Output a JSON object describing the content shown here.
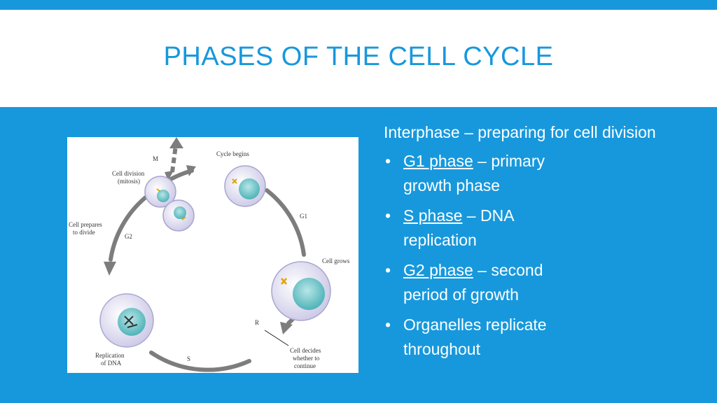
{
  "slide": {
    "title": "PHASES OF THE CELL CYCLE",
    "intro": "Interphase – preparing for cell division",
    "bullets": [
      {
        "term": "G1 phase",
        "rest": "– primary growth phase"
      },
      {
        "term": "S phase",
        "rest": "– DNA replication"
      },
      {
        "term": "G2 phase",
        "rest": "– second period of growth"
      },
      {
        "term": "",
        "rest": "Organelles replicate throughout"
      }
    ]
  },
  "figure": {
    "labels": {
      "m": "M",
      "cycle_begins": "Cycle begins",
      "cell_division_1": "Cell division",
      "cell_division_2": "(mitosis)",
      "g1": "G1",
      "cell_prepares_1": "Cell prepares",
      "cell_prepares_2": "to divide",
      "g2": "G2",
      "cell_grows": "Cell grows",
      "r": "R",
      "cell_decides_1": "Cell decides",
      "cell_decides_2": "whether to",
      "cell_decides_3": "continue",
      "s": "S",
      "replication_1": "Replication",
      "replication_2": "of DNA"
    }
  },
  "colors": {
    "brand_blue": "#1798dc",
    "arrow_gray": "#7d7d7d",
    "cell_fill": "#e4e2f3",
    "nucleus": "#6cc5c8"
  }
}
